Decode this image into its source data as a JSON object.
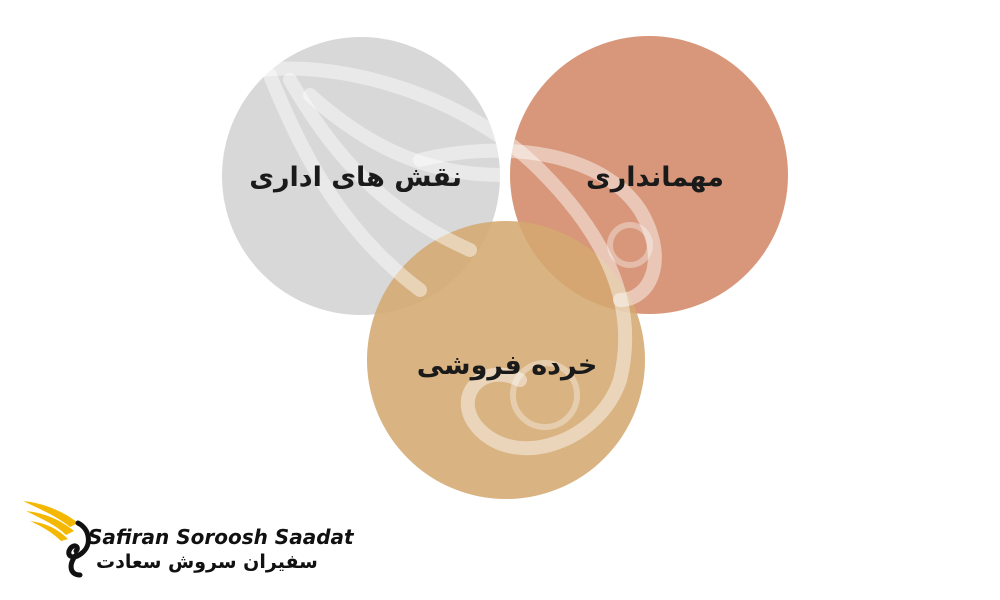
{
  "diagram": {
    "circles": [
      {
        "label": "نقش های اداری",
        "color": "#d8d8d8"
      },
      {
        "label": "مهمانداری",
        "color": "#d58e70"
      },
      {
        "label": "خرده فروشی",
        "color": "#d4a870"
      }
    ]
  },
  "logo": {
    "text_en": "Safiran Soroosh Saadat",
    "text_fa": "سفیران سروش سعادت",
    "wing_color": "#f5b800"
  }
}
